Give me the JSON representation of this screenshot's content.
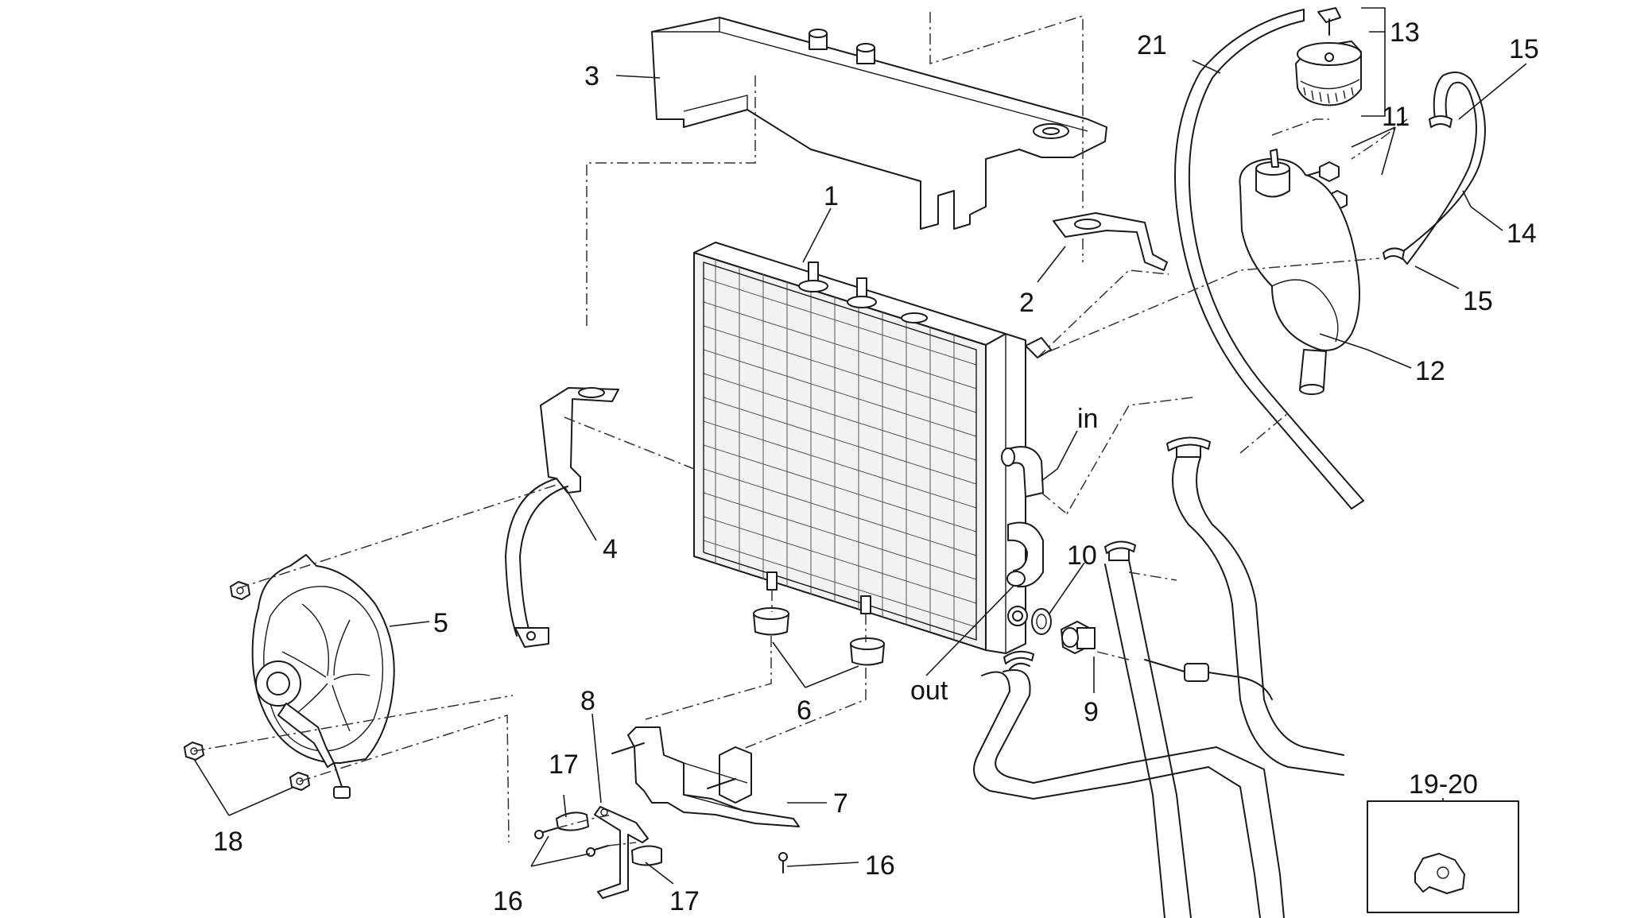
{
  "callouts": {
    "c1": "1",
    "c2": "2",
    "c3": "3",
    "c4": "4",
    "c5": "5",
    "c6": "6",
    "c7": "7",
    "c8": "8",
    "c9": "9",
    "c10": "10",
    "c11": "11",
    "c12": "12",
    "c13": "13",
    "c14": "14",
    "c15a": "15",
    "c15b": "15",
    "c16a": "16",
    "c16b": "16",
    "c17a": "17",
    "c17b": "17",
    "c18": "18",
    "c19_20": "19-20",
    "c21": "21",
    "label_in": "in",
    "label_out": "out"
  }
}
